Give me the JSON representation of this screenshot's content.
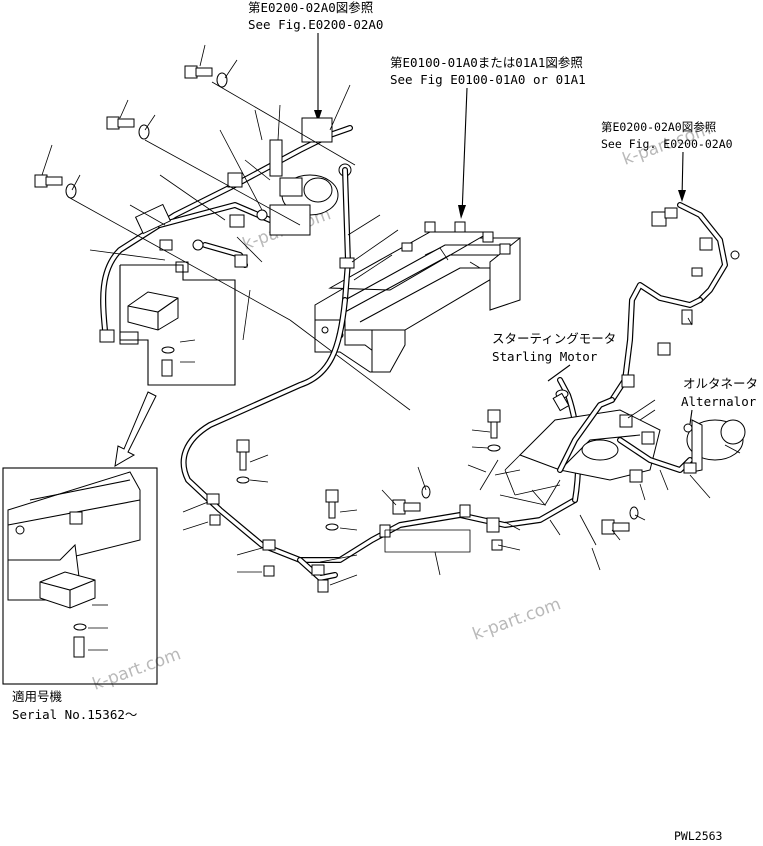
{
  "refs": {
    "top_jp": "第E0200-02A0図参照",
    "top_en": "See Fig.E0200-02A0",
    "frame_jp": "第E0100-01A0または01A1図参照",
    "frame_en": "See Fig E0100-01A0 or 01A1",
    "right_jp": "第E0200-02A0図参照",
    "right_en": "See Fig. E0200-02A0"
  },
  "components": {
    "starting_motor_jp": "スターティングモータ",
    "starting_motor_en": "Starling Motor",
    "alternator_jp": "オルタネータ",
    "alternator_en": "Alternalor"
  },
  "inset": {
    "applicable_jp": "適用号機",
    "serial": "Serial No.15362〜"
  },
  "watermarks": [
    "k-part.com",
    "k-part.com",
    "k-part.com",
    "k-part.com"
  ],
  "drawing_code": "PWL2563"
}
